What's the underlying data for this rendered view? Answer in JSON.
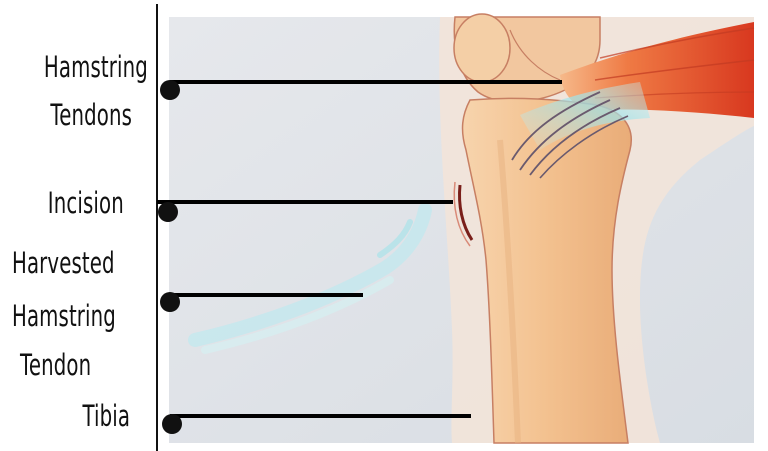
{
  "labels": {
    "hamstring_tendons": [
      "Hamstring",
      "Tendons"
    ],
    "incision": "Incision",
    "harvested_tendon": [
      "Harvested",
      "Hamstring",
      "Tendon"
    ],
    "tibia": "Tibia"
  },
  "colors": {
    "background_panel": "#dfe3e8",
    "bone": "#f2c49a",
    "bone_outline": "#c77f63",
    "muscle": "#e2542e",
    "tendon": "#a8dce0",
    "skin": "#f3e0d2",
    "leader_line": "#000000"
  }
}
